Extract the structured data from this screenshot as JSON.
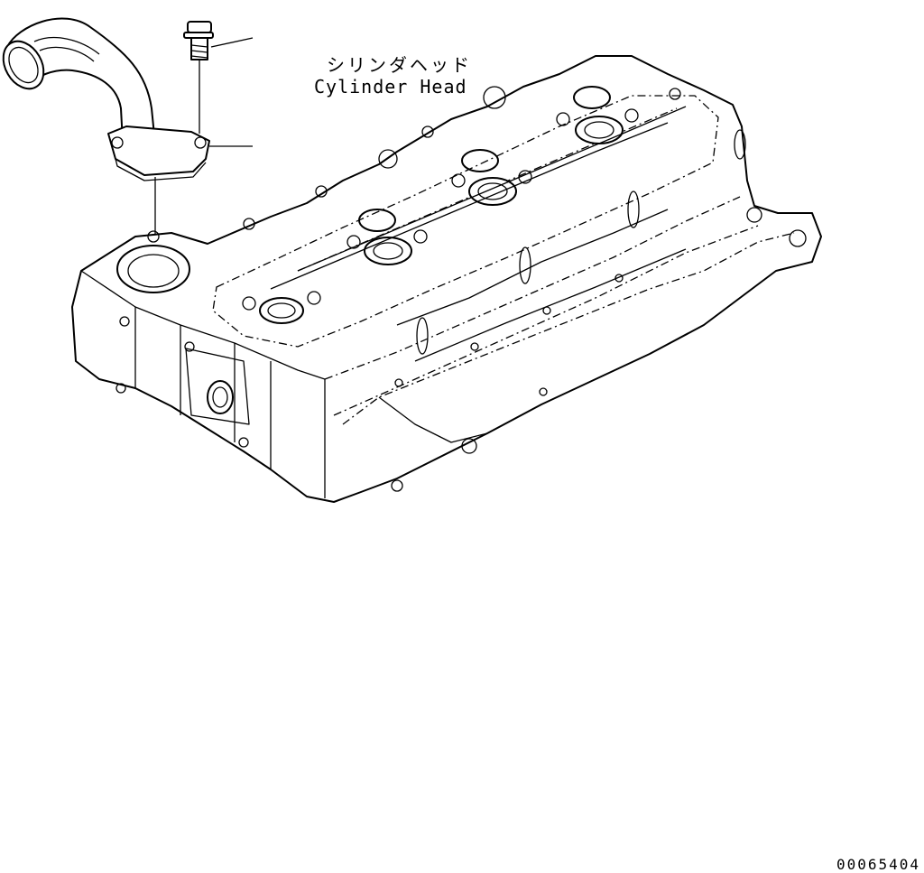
{
  "labels": {
    "part_name_jp": "シリンダヘッド",
    "part_name_en": "Cylinder Head"
  },
  "document_number": "00065404",
  "icons": [
    "water-outlet-pipe-icon",
    "flange-bolt-icon",
    "cylinder-head-icon"
  ]
}
